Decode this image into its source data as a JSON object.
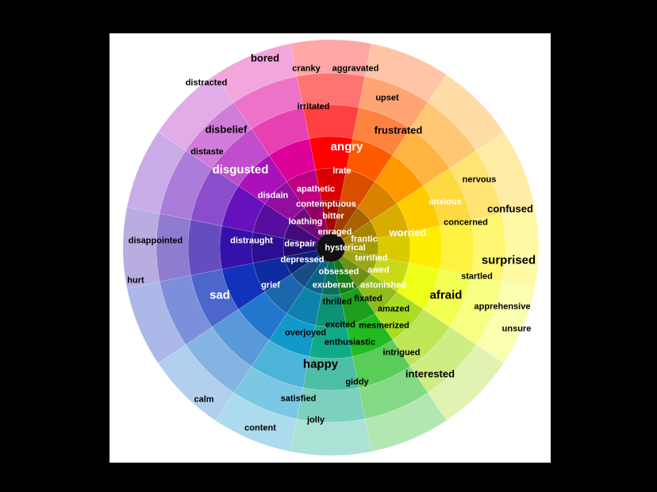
{
  "wheel": {
    "sectors": [
      {
        "name": "red",
        "color": "#ff0000"
      },
      {
        "name": "orange-red",
        "color": "#ff5a00"
      },
      {
        "name": "orange",
        "color": "#ff9900"
      },
      {
        "name": "amber",
        "color": "#ffcc00"
      },
      {
        "name": "yellow",
        "color": "#ffee00"
      },
      {
        "name": "yellow-lime",
        "color": "#eeff1a"
      },
      {
        "name": "lime",
        "color": "#aadd22"
      },
      {
        "name": "green",
        "color": "#22bb22"
      },
      {
        "name": "teal",
        "color": "#11aa88"
      },
      {
        "name": "cyan",
        "color": "#1199cc"
      },
      {
        "name": "azure",
        "color": "#2277cc"
      },
      {
        "name": "blue",
        "color": "#1133bb"
      },
      {
        "name": "indigo",
        "color": "#3311aa"
      },
      {
        "name": "violet",
        "color": "#6611bb"
      },
      {
        "name": "purple",
        "color": "#aa11bb"
      },
      {
        "name": "magenta",
        "color": "#dd0099"
      }
    ],
    "hub_color": "#111111"
  },
  "labels": [
    {
      "text": "bored"
    },
    {
      "text": "cranky"
    },
    {
      "text": "aggravated"
    },
    {
      "text": "distracted"
    },
    {
      "text": "upset"
    },
    {
      "text": "irritated"
    },
    {
      "text": "disbelief"
    },
    {
      "text": "frustrated"
    },
    {
      "text": "angry"
    },
    {
      "text": "distaste"
    },
    {
      "text": "disgusted"
    },
    {
      "text": "irate"
    },
    {
      "text": "nervous"
    },
    {
      "text": "apathetic"
    },
    {
      "text": "disdain"
    },
    {
      "text": "anxious"
    },
    {
      "text": "confused"
    },
    {
      "text": "contemptuous"
    },
    {
      "text": "bitter"
    },
    {
      "text": "loathing"
    },
    {
      "text": "concerned"
    },
    {
      "text": "enraged"
    },
    {
      "text": "worried"
    },
    {
      "text": "frantic"
    },
    {
      "text": "disappointed"
    },
    {
      "text": "distraught"
    },
    {
      "text": "despair"
    },
    {
      "text": "hysterical"
    },
    {
      "text": "surprised"
    },
    {
      "text": "terrified"
    },
    {
      "text": "depressed"
    },
    {
      "text": "awed"
    },
    {
      "text": "obsessed"
    },
    {
      "text": "startled"
    },
    {
      "text": "hurt"
    },
    {
      "text": "grief"
    },
    {
      "text": "exuberant"
    },
    {
      "text": "astonished"
    },
    {
      "text": "sad"
    },
    {
      "text": "afraid"
    },
    {
      "text": "fixated"
    },
    {
      "text": "thrilled"
    },
    {
      "text": "apprehensive"
    },
    {
      "text": "amazed"
    },
    {
      "text": "excited"
    },
    {
      "text": "mesmerized"
    },
    {
      "text": "overjoyed"
    },
    {
      "text": "unsure"
    },
    {
      "text": "enthusiastic"
    },
    {
      "text": "intrigued"
    },
    {
      "text": "happy"
    },
    {
      "text": "interested"
    },
    {
      "text": "giddy"
    },
    {
      "text": "calm"
    },
    {
      "text": "satisfied"
    },
    {
      "text": "jolly"
    },
    {
      "text": "content"
    }
  ]
}
